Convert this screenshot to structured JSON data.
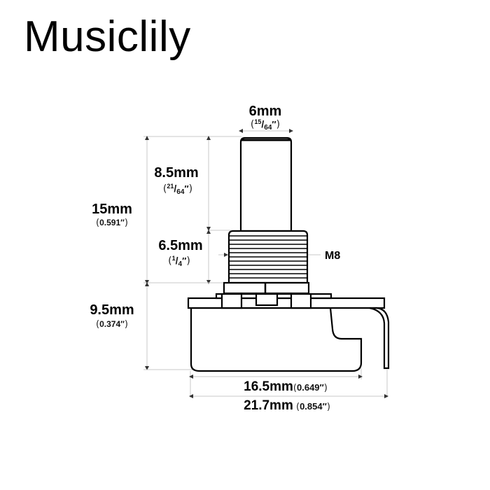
{
  "brand": "Musiclily",
  "labels": {
    "shaft_width": {
      "mm": "6mm",
      "inch_num": "15",
      "inch_den": "64",
      "inch_mark": "″"
    },
    "shaft_length": {
      "mm": "8.5mm",
      "inch_num": "21",
      "inch_den": "64",
      "inch_mark": "″"
    },
    "total_height": {
      "mm": "15mm",
      "inch": "0.591″"
    },
    "thread_length": {
      "mm": "6.5mm",
      "inch_num": "1",
      "inch_den": "4",
      "inch_mark": "″"
    },
    "thread_spec": "M8",
    "body_height": {
      "mm": "9.5mm",
      "inch": "0.374″"
    },
    "body_width": {
      "mm": "16.5mm",
      "inch": "0.649″"
    },
    "overall_width": {
      "mm": "21.7mm",
      "inch": "0.854″"
    }
  },
  "colors": {
    "outline": "#000000",
    "dimension_lines": "#c8c8c8",
    "background": "#ffffff"
  }
}
